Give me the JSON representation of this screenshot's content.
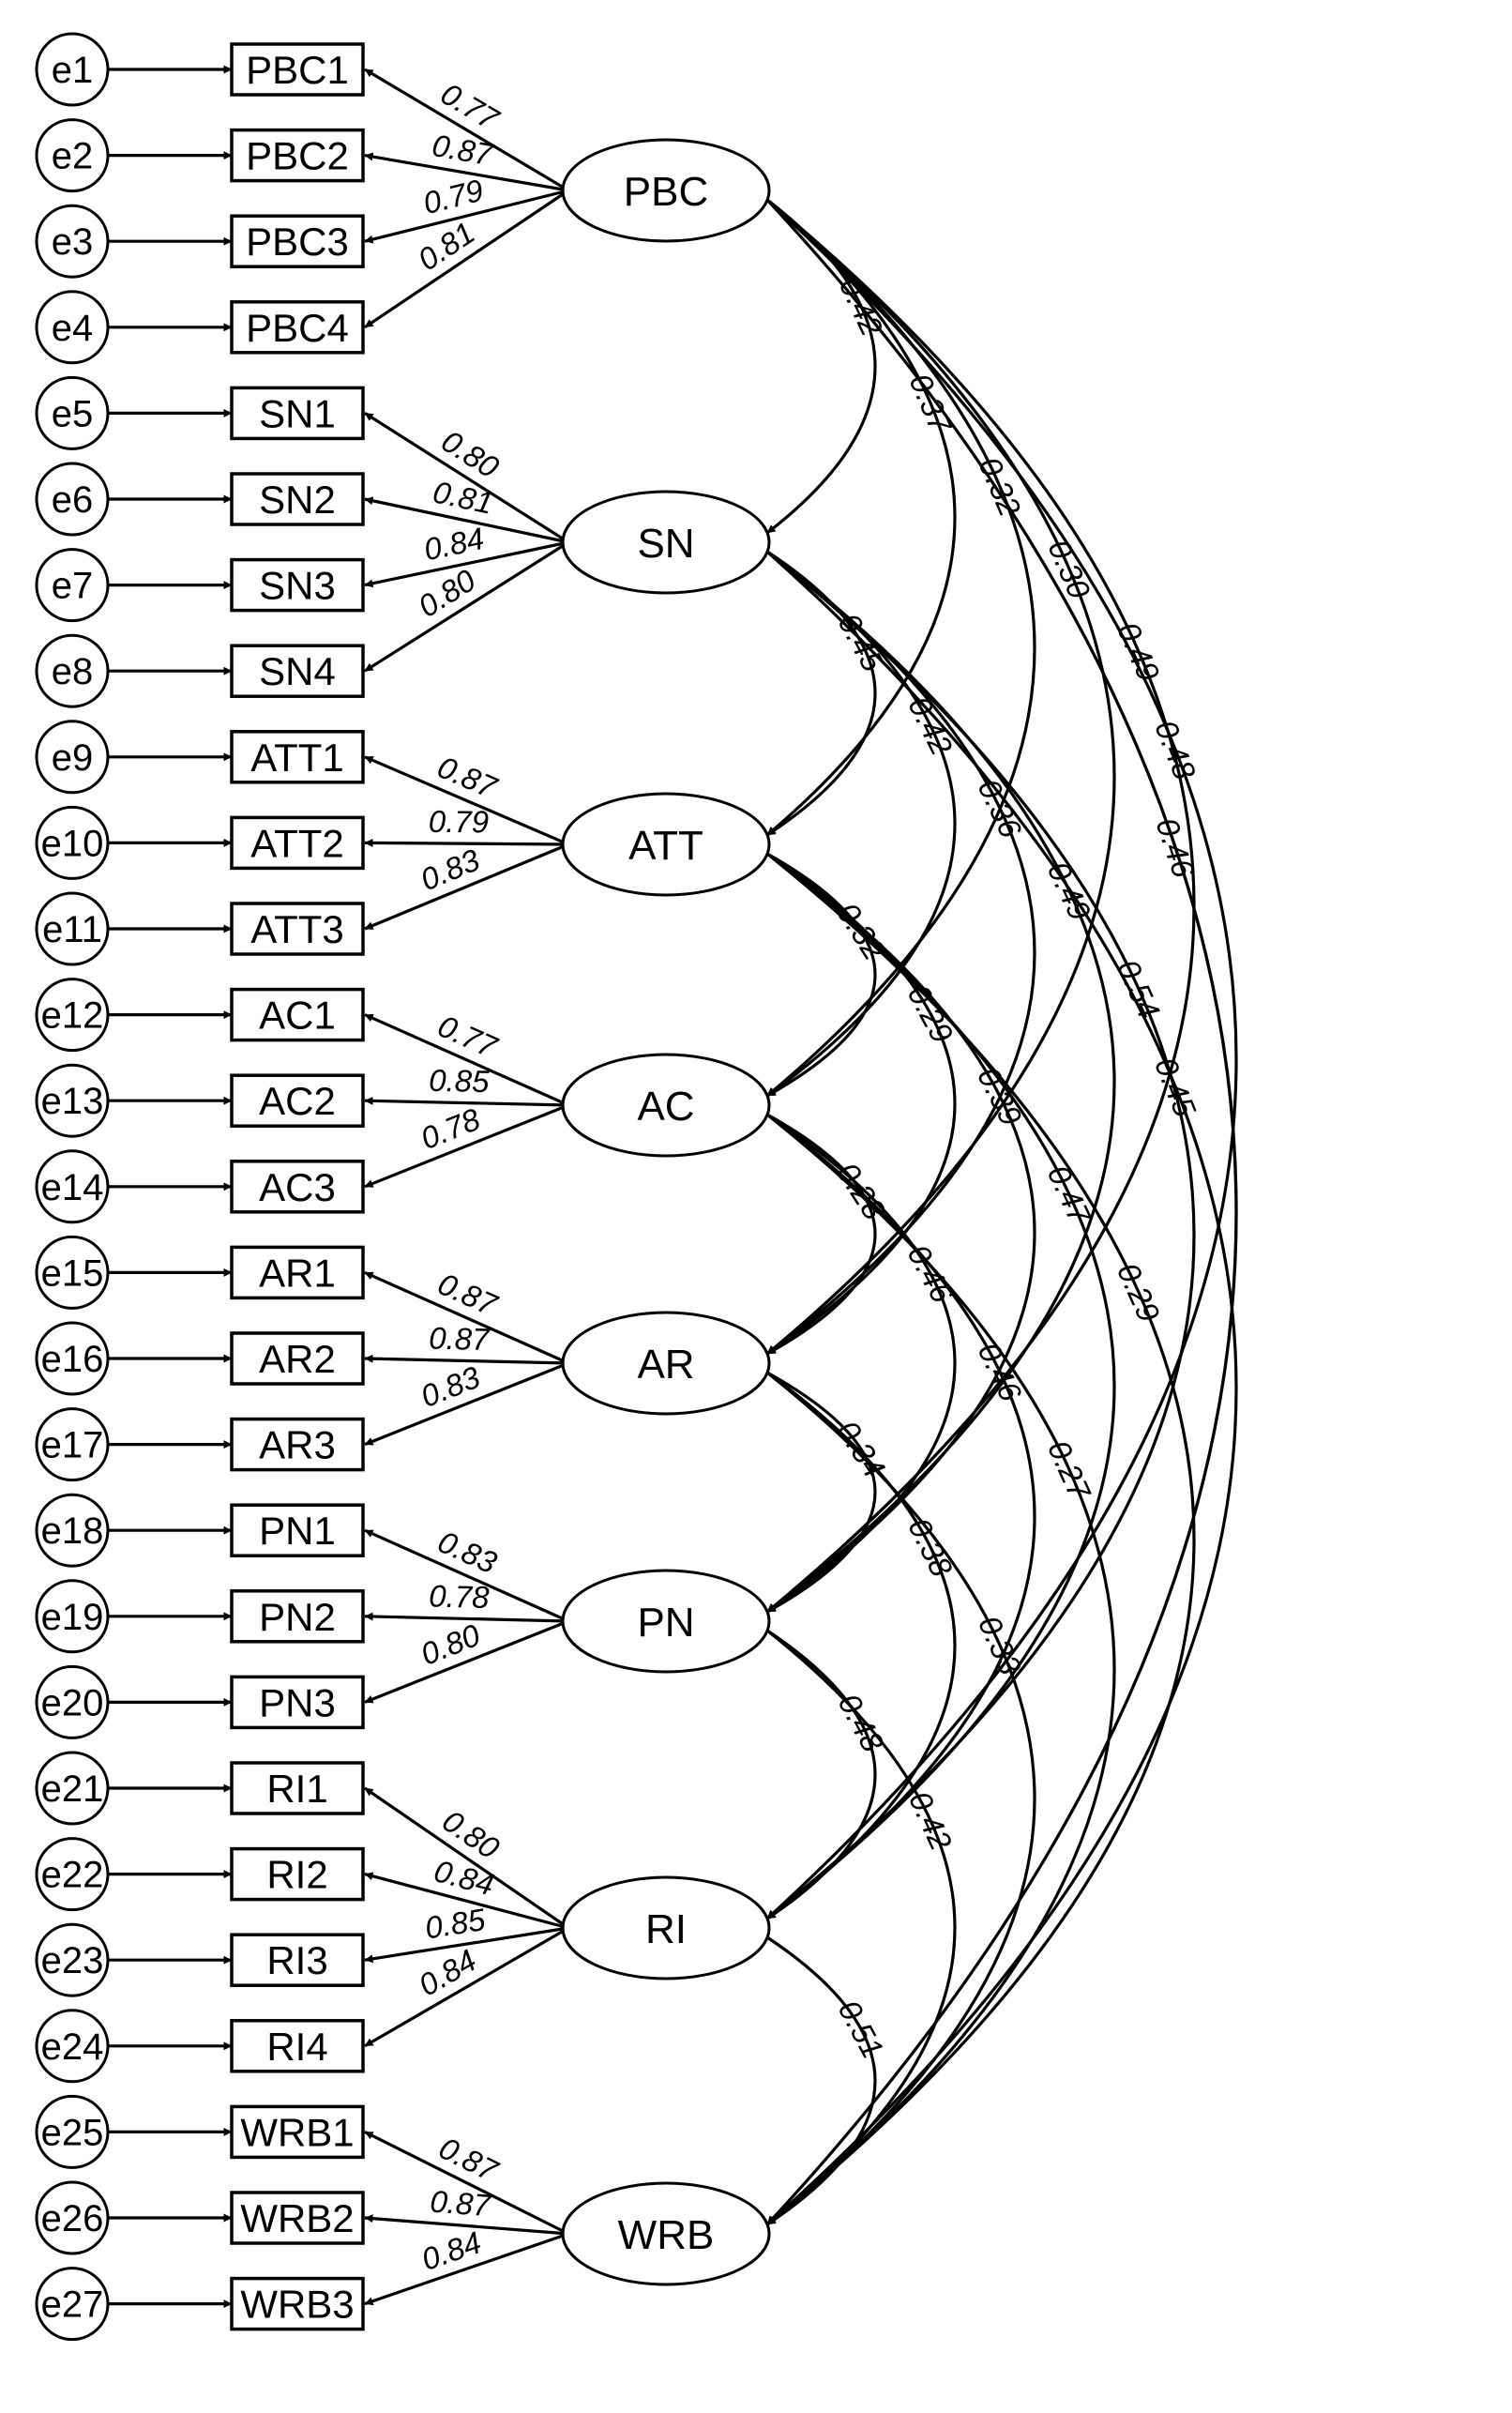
{
  "errors": [
    "e1",
    "e2",
    "e3",
    "e4",
    "e5",
    "e6",
    "e7",
    "e8",
    "e9",
    "e10",
    "e11",
    "e12",
    "e13",
    "e14",
    "e15",
    "e16",
    "e17",
    "e18",
    "e19",
    "e20",
    "e21",
    "e22",
    "e23",
    "e24",
    "e25",
    "e26",
    "e27"
  ],
  "constructs": [
    {
      "name": "PBC",
      "indicators": [
        {
          "label": "PBC1",
          "loading": "0.77"
        },
        {
          "label": "PBC2",
          "loading": "0.87"
        },
        {
          "label": "PBC3",
          "loading": "0.79"
        },
        {
          "label": "PBC4",
          "loading": "0.81"
        }
      ]
    },
    {
      "name": "SN",
      "indicators": [
        {
          "label": "SN1",
          "loading": "0.80"
        },
        {
          "label": "SN2",
          "loading": "0.81"
        },
        {
          "label": "SN3",
          "loading": "0.84"
        },
        {
          "label": "SN4",
          "loading": "0.80"
        }
      ]
    },
    {
      "name": "ATT",
      "indicators": [
        {
          "label": "ATT1",
          "loading": "0.87"
        },
        {
          "label": "ATT2",
          "loading": "0.79"
        },
        {
          "label": "ATT3",
          "loading": "0.83"
        }
      ]
    },
    {
      "name": "AC",
      "indicators": [
        {
          "label": "AC1",
          "loading": "0.77"
        },
        {
          "label": "AC2",
          "loading": "0.85"
        },
        {
          "label": "AC3",
          "loading": "0.78"
        }
      ]
    },
    {
      "name": "AR",
      "indicators": [
        {
          "label": "AR1",
          "loading": "0.87"
        },
        {
          "label": "AR2",
          "loading": "0.87"
        },
        {
          "label": "AR3",
          "loading": "0.83"
        }
      ]
    },
    {
      "name": "PN",
      "indicators": [
        {
          "label": "PN1",
          "loading": "0.83"
        },
        {
          "label": "PN2",
          "loading": "0.78"
        },
        {
          "label": "PN3",
          "loading": "0.80"
        }
      ]
    },
    {
      "name": "RI",
      "indicators": [
        {
          "label": "RI1",
          "loading": "0.80"
        },
        {
          "label": "RI2",
          "loading": "0.84"
        },
        {
          "label": "RI3",
          "loading": "0.85"
        },
        {
          "label": "RI4",
          "loading": "0.84"
        }
      ]
    },
    {
      "name": "WRB",
      "indicators": [
        {
          "label": "WRB1",
          "loading": "0.87"
        },
        {
          "label": "WRB2",
          "loading": "0.87"
        },
        {
          "label": "WRB3",
          "loading": "0.84"
        }
      ]
    }
  ],
  "correlations": [
    {
      "from": "PBC",
      "to": "SN",
      "value": "0.42"
    },
    {
      "from": "PBC",
      "to": "ATT",
      "value": "0.37"
    },
    {
      "from": "PBC",
      "to": "AC",
      "value": "0.32"
    },
    {
      "from": "PBC",
      "to": "AR",
      "value": "0.30"
    },
    {
      "from": "PBC",
      "to": "PN",
      "value": "0.49"
    },
    {
      "from": "PBC",
      "to": "RI",
      "value": "0.48"
    },
    {
      "from": "PBC",
      "to": "WRB",
      "value": "0.46"
    },
    {
      "from": "SN",
      "to": "ATT",
      "value": "0.45"
    },
    {
      "from": "SN",
      "to": "AC",
      "value": "0.42"
    },
    {
      "from": "SN",
      "to": "AR",
      "value": "0.36"
    },
    {
      "from": "SN",
      "to": "PN",
      "value": "0.49"
    },
    {
      "from": "SN",
      "to": "RI",
      "value": "0.54"
    },
    {
      "from": "SN",
      "to": "WRB",
      "value": "0.45"
    },
    {
      "from": "ATT",
      "to": "AC",
      "value": "0.32"
    },
    {
      "from": "ATT",
      "to": "AR",
      "value": "0.29"
    },
    {
      "from": "ATT",
      "to": "PN",
      "value": "0.39"
    },
    {
      "from": "ATT",
      "to": "RI",
      "value": "0.47"
    },
    {
      "from": "ATT",
      "to": "WRB",
      "value": "0.29"
    },
    {
      "from": "AC",
      "to": "AR",
      "value": "0.28"
    },
    {
      "from": "AC",
      "to": "PN",
      "value": "0.46"
    },
    {
      "from": "AC",
      "to": "RI",
      "value": "0.46"
    },
    {
      "from": "AC",
      "to": "WRB",
      "value": "0.27"
    },
    {
      "from": "AR",
      "to": "PN",
      "value": "0.34"
    },
    {
      "from": "AR",
      "to": "RI",
      "value": "0.38"
    },
    {
      "from": "AR",
      "to": "WRB",
      "value": "0.33"
    },
    {
      "from": "PN",
      "to": "RI",
      "value": "0.48"
    },
    {
      "from": "PN",
      "to": "WRB",
      "value": "0.42"
    },
    {
      "from": "RI",
      "to": "WRB",
      "value": "0.51"
    }
  ]
}
